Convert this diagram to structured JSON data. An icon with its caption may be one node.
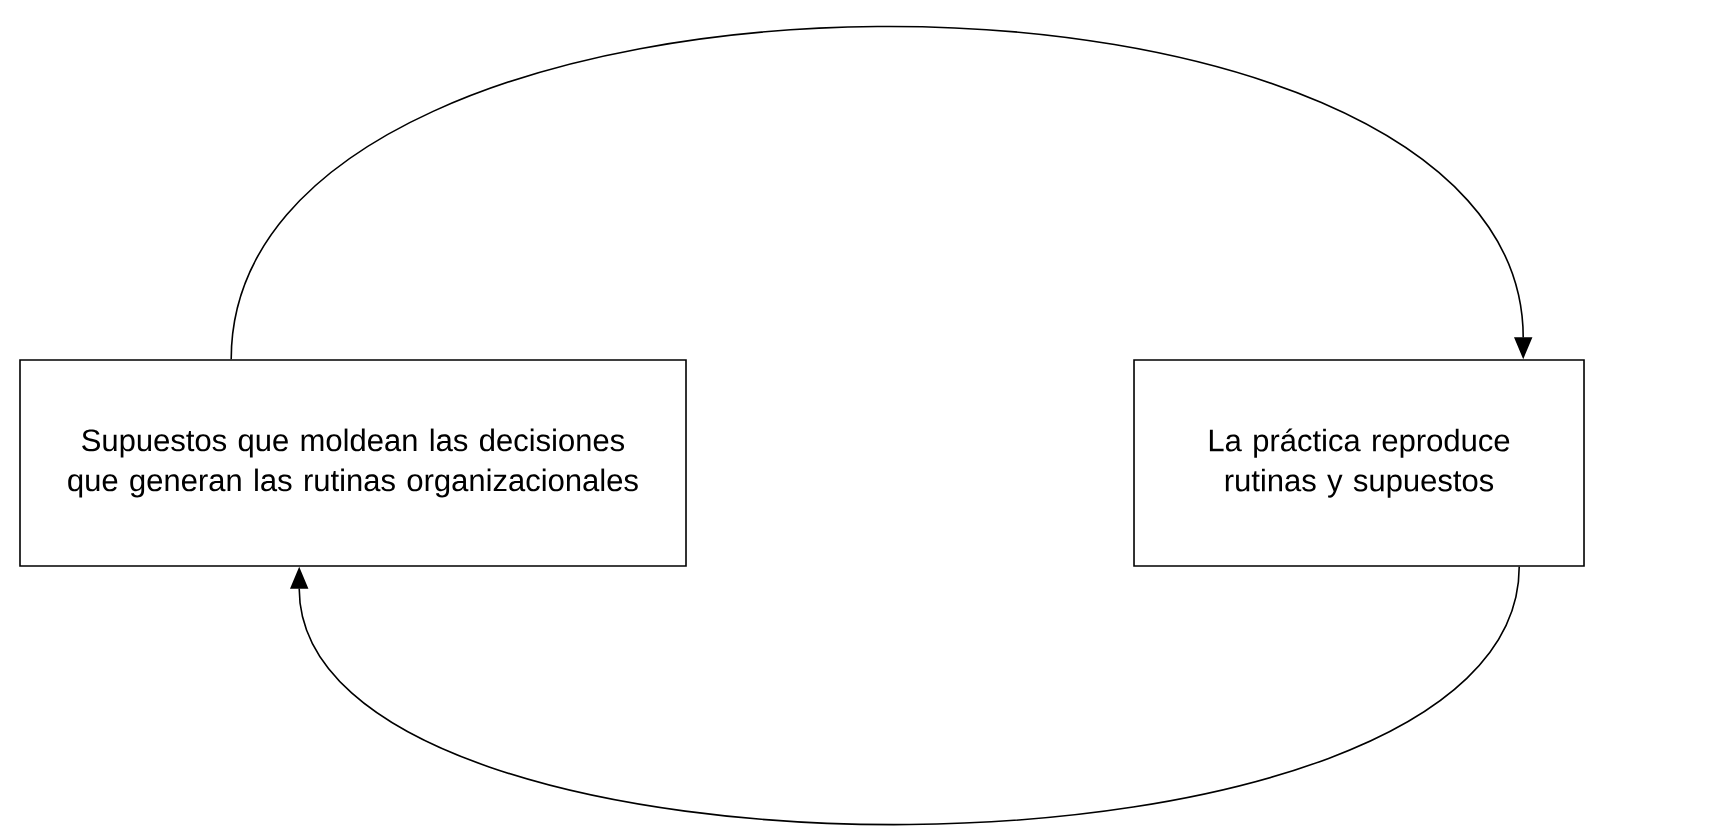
{
  "diagram": {
    "nodes": [
      {
        "text": [
          "Supuestos que moldean las decisiones que generan las rutinas organizacionales"
        ]
      },
      {
        "text": [
          "La práctica reproduce rutinas y supuestos"
        ]
      }
    ],
    "edges": [
      {
        "from": 0,
        "to": 1,
        "arrow": "to"
      },
      {
        "from": 1,
        "to": 0,
        "arrow": "to"
      }
    ]
  }
}
